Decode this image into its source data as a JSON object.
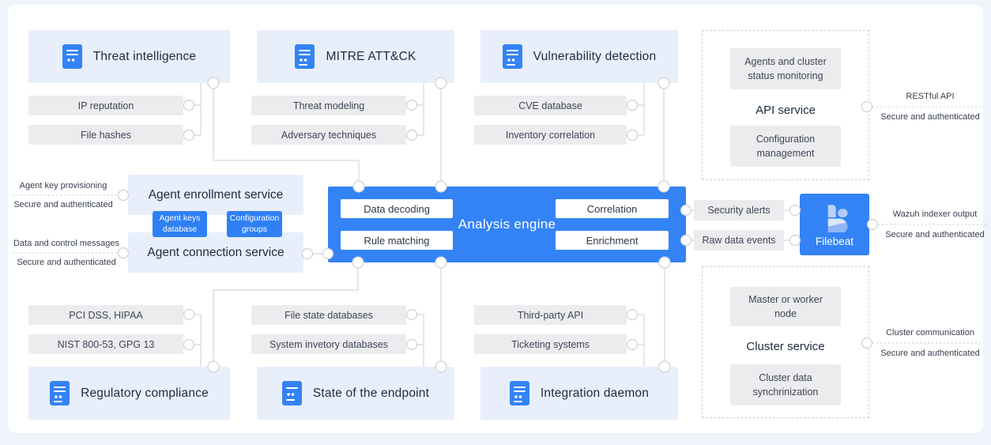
{
  "colors": {
    "blue": "#3383f6",
    "light_blue": "#e8effb",
    "gray_box": "#ececef",
    "connector": "#d6d7dc"
  },
  "services": {
    "threat_intelligence": "Threat intelligence",
    "mitre": "MITRE ATT&CK",
    "vulnerability_detection": "Vulnerability detection",
    "regulatory_compliance": "Regulatory compliance",
    "state_of_endpoint": "State of the endpoint",
    "integration_daemon": "Integration daemon"
  },
  "feeds": {
    "ip_reputation": "IP reputation",
    "file_hashes": "File hashes",
    "threat_modeling": "Threat modeling",
    "adversary_techniques": "Adversary techniques",
    "cve_database": "CVE database",
    "inventory_correlation": "Inventory correlation",
    "pci_dss": "PCI DSS, HIPAA",
    "nist": "NIST 800-53, GPG 13",
    "file_state": "File state databases",
    "system_inventory": "System invetory databases",
    "third_party": "Third-party API",
    "ticketing": "Ticketing systems"
  },
  "engine": {
    "title": "Analysis engine",
    "modules": {
      "data_decoding": "Data decoding",
      "rule_matching": "Rule matching",
      "correlation": "Correlation",
      "enrichment": "Enrichment"
    }
  },
  "agent": {
    "enrollment_service": "Agent enrollment service",
    "connection_service": "Agent connection service",
    "keys_database": "Agent keys database",
    "configuration_groups": "Configuration groups"
  },
  "outputs": {
    "security_alerts": "Security alerts",
    "raw_data_events": "Raw data events",
    "filebeat": "Filebeat"
  },
  "api_service": {
    "title": "API service",
    "monitoring": "Agents and cluster status monitoring",
    "configuration": "Configuration management"
  },
  "cluster_service": {
    "title": "Cluster service",
    "node": "Master or worker node",
    "sync": "Cluster data synchrinization"
  },
  "edge_labels": {
    "agent_key": {
      "top": "Agent key provisioning",
      "bottom": "Secure and authenticated"
    },
    "data_control": {
      "top": "Data and control messages",
      "bottom": "Secure and authenticated"
    },
    "restful": {
      "top": "RESTful API",
      "bottom": "Secure and authenticated"
    },
    "indexer": {
      "top": "Wazuh indexer output",
      "bottom": "Secure and authenticated"
    },
    "cluster_comm": {
      "top": "Cluster communication",
      "bottom": "Secure and authenticated"
    }
  }
}
